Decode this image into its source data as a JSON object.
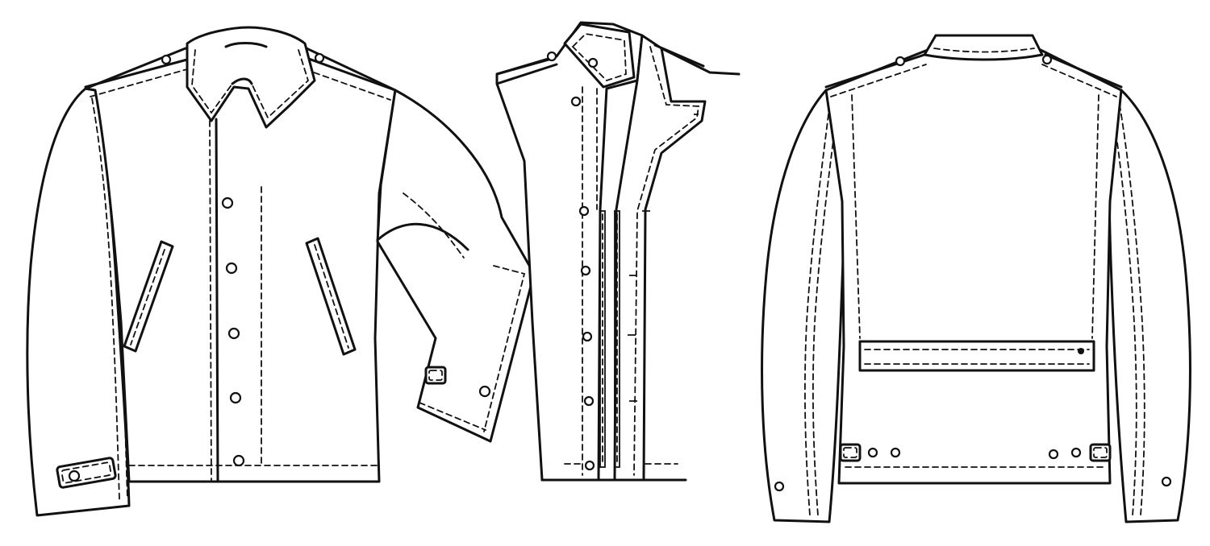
{
  "figure": {
    "views": [
      "front",
      "side-open-front",
      "back"
    ],
    "stroke_color": "#111111",
    "background": "#ffffff"
  }
}
